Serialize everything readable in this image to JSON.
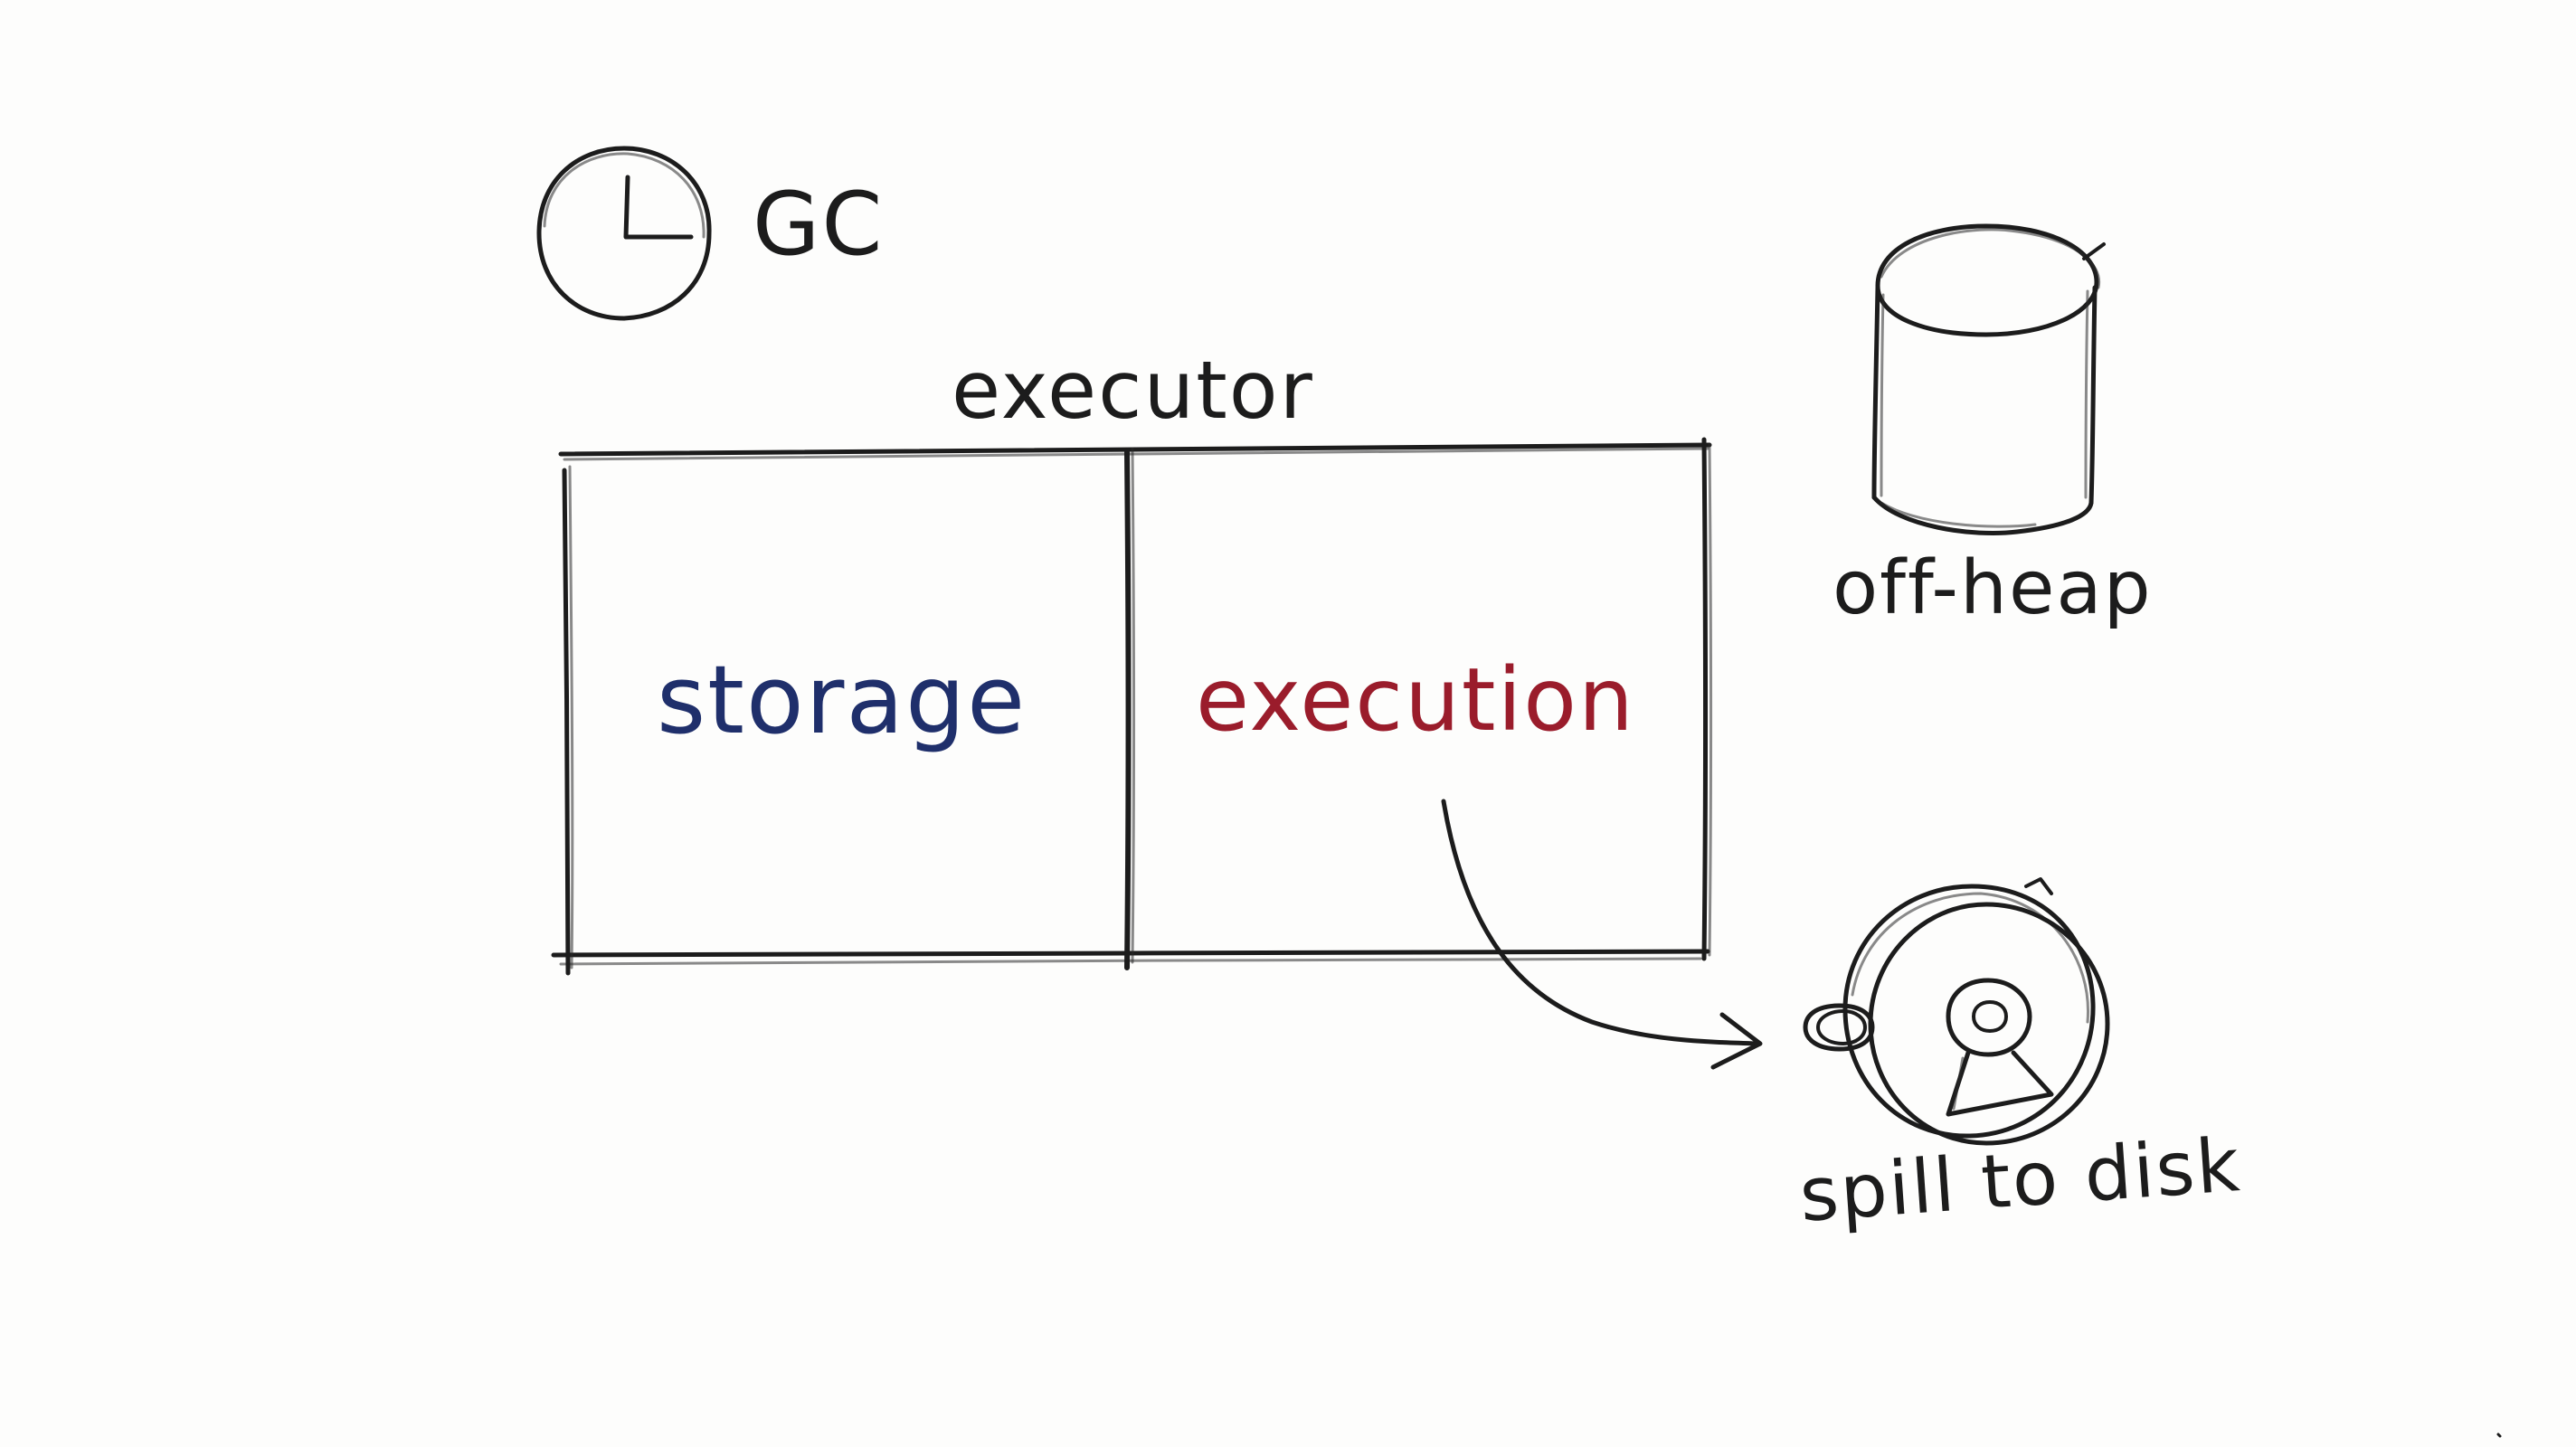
{
  "gc": {
    "label": "GC",
    "icon": "clock-icon"
  },
  "executor": {
    "title": "executor",
    "regions": [
      {
        "label": "storage",
        "color": "#1f2f6b"
      },
      {
        "label": "execution",
        "color": "#9a1c2b"
      }
    ]
  },
  "offheap": {
    "label": "off-heap",
    "icon": "cylinder-icon"
  },
  "disk": {
    "label": "spill to disk",
    "icon": "hard-disk-icon"
  },
  "arrow": {
    "from": "execution",
    "to": "spill to disk"
  }
}
